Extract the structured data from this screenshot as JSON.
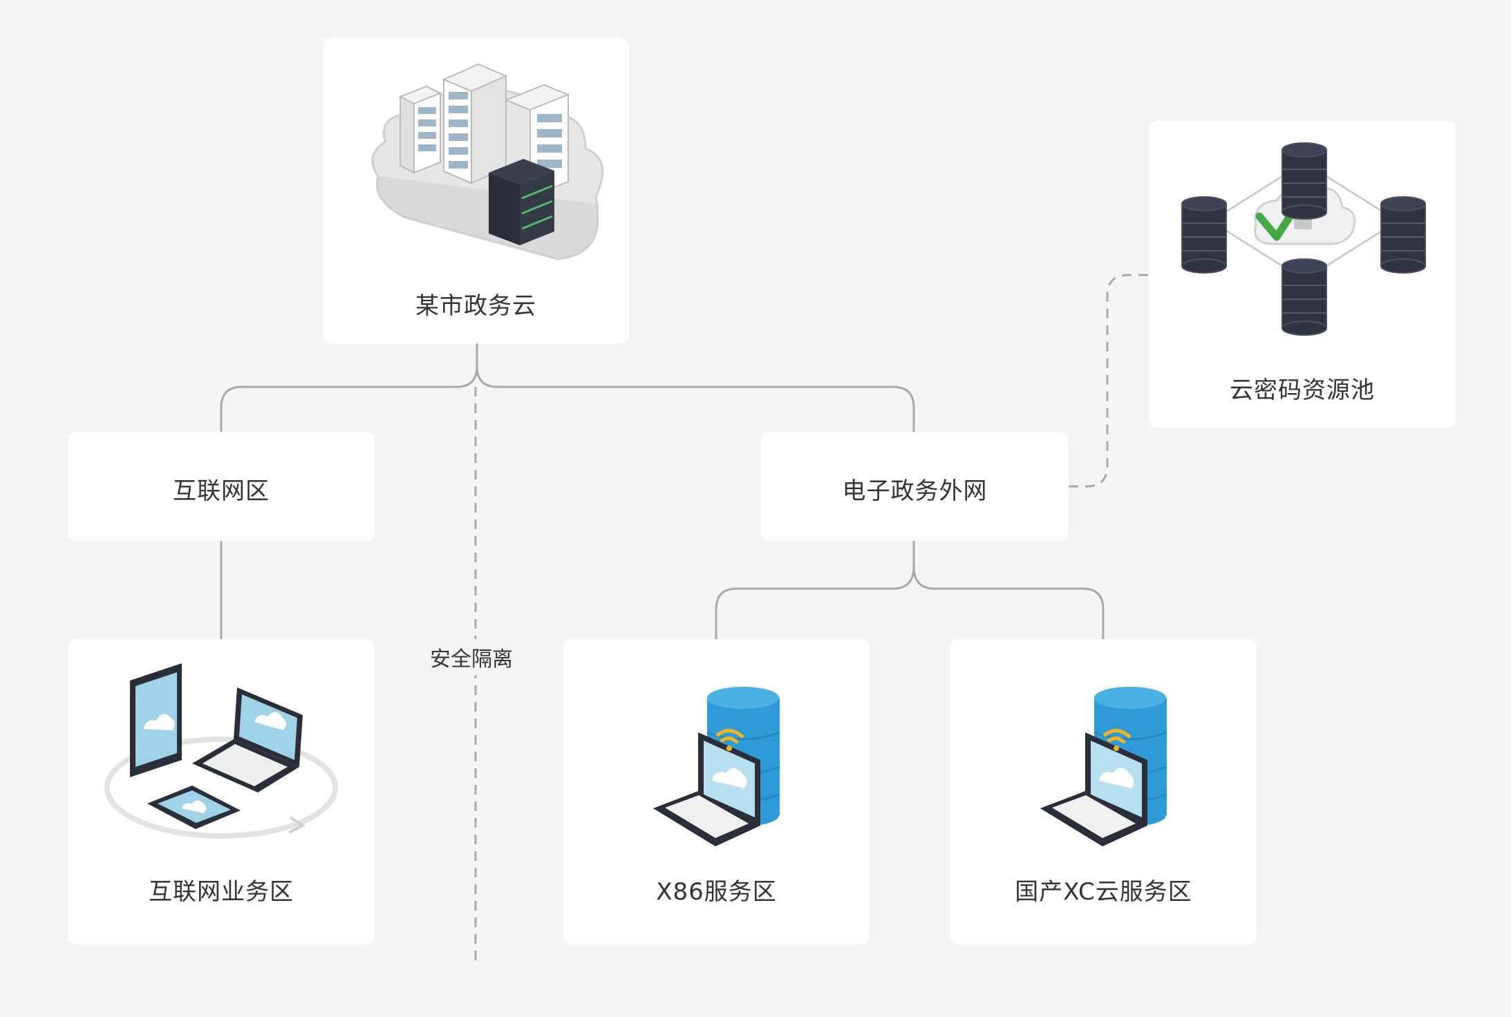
{
  "nodes": {
    "city_cloud": {
      "label": "某市政务云",
      "icon": "server-cloud-icon"
    },
    "crypto_pool": {
      "label": "云密码资源池",
      "icon": "database-cluster-icon"
    },
    "internet_zone": {
      "label": "互联网区"
    },
    "egov_extranet": {
      "label": "电子政务外网"
    },
    "internet_service": {
      "label": "互联网业务区",
      "icon": "multi-device-icon"
    },
    "x86_service": {
      "label": "X86服务区",
      "icon": "laptop-database-icon"
    },
    "xc_service": {
      "label": "国产XC云服务区",
      "icon": "laptop-database-icon"
    }
  },
  "isolation_label": "安全隔离",
  "colors": {
    "line": "#a8a8a8",
    "card": "#ffffff",
    "background": "#f4f4f4",
    "db_dark": "#2f3441",
    "db_blue": "#2f9bd6"
  }
}
